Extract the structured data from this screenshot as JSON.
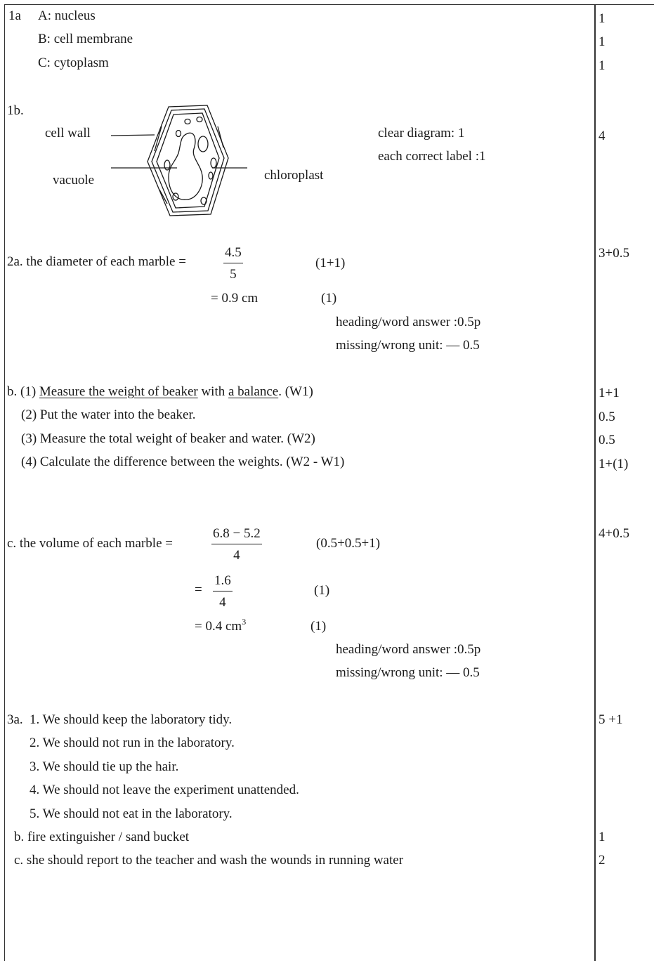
{
  "q1a": {
    "label": "1a",
    "items": [
      "A: nucleus",
      "B: cell membrane",
      "C: cytoplasm"
    ],
    "marks": [
      "1",
      "1",
      "1"
    ]
  },
  "q1b": {
    "label": "1b.",
    "diagram_labels": {
      "cell_wall": "cell wall",
      "vacuole": "vacuole",
      "chloroplast": "chloroplast"
    },
    "criteria": [
      "clear diagram: 1",
      "each correct label :1"
    ],
    "marks": "4"
  },
  "q2a": {
    "prefix": "2a. the diameter of each marble =",
    "fraction": {
      "num": "4.5",
      "den": "5"
    },
    "step1_marks": "(1+1)",
    "result": "= 0.9 cm",
    "result_marks": "(1)",
    "note1": "heading/word answer :0.5p",
    "note2": "missing/wrong unit:  — 0.5",
    "marks": "3+0.5"
  },
  "q2b": {
    "step1": {
      "pre": "b. (1) ",
      "u1": "Measure the weight of beaker",
      "mid": " with ",
      "u2": "a balance",
      "post": ". (W1)"
    },
    "steps": [
      "(2) Put the water into the beaker.",
      "(3) Measure the total weight of beaker and water. (W2)",
      "(4) Calculate the difference between the weights. (W2 - W1)"
    ],
    "marks": [
      "1+1",
      "0.5",
      "0.5",
      "1+(1)"
    ]
  },
  "q2c": {
    "prefix": "c. the volume of each marble =",
    "fraction1": {
      "num": "6.8 − 5.2",
      "den": "4"
    },
    "step1_marks": "(0.5+0.5+1)",
    "eq": "=",
    "fraction2": {
      "num": "1.6",
      "den": "4"
    },
    "step2_marks": "(1)",
    "result": "= 0.4 cm",
    "result_sup": "3",
    "result_marks": "(1)",
    "note1": "heading/word answer :0.5p",
    "note2": "missing/wrong unit:  — 0.5",
    "marks": "4+0.5"
  },
  "q3": {
    "a_label": "3a.",
    "rules": [
      "1. We should keep the laboratory tidy.",
      "2. We should not run in the laboratory.",
      "3. We should tie up the hair.",
      "4. We should not leave the experiment unattended.",
      "5. We should not eat in the laboratory."
    ],
    "b": "b. fire extinguisher / sand bucket",
    "c": "c. she should report to the teacher and wash the wounds in running water",
    "marks": {
      "a": "5 +1",
      "b": "1",
      "c": "2"
    }
  }
}
